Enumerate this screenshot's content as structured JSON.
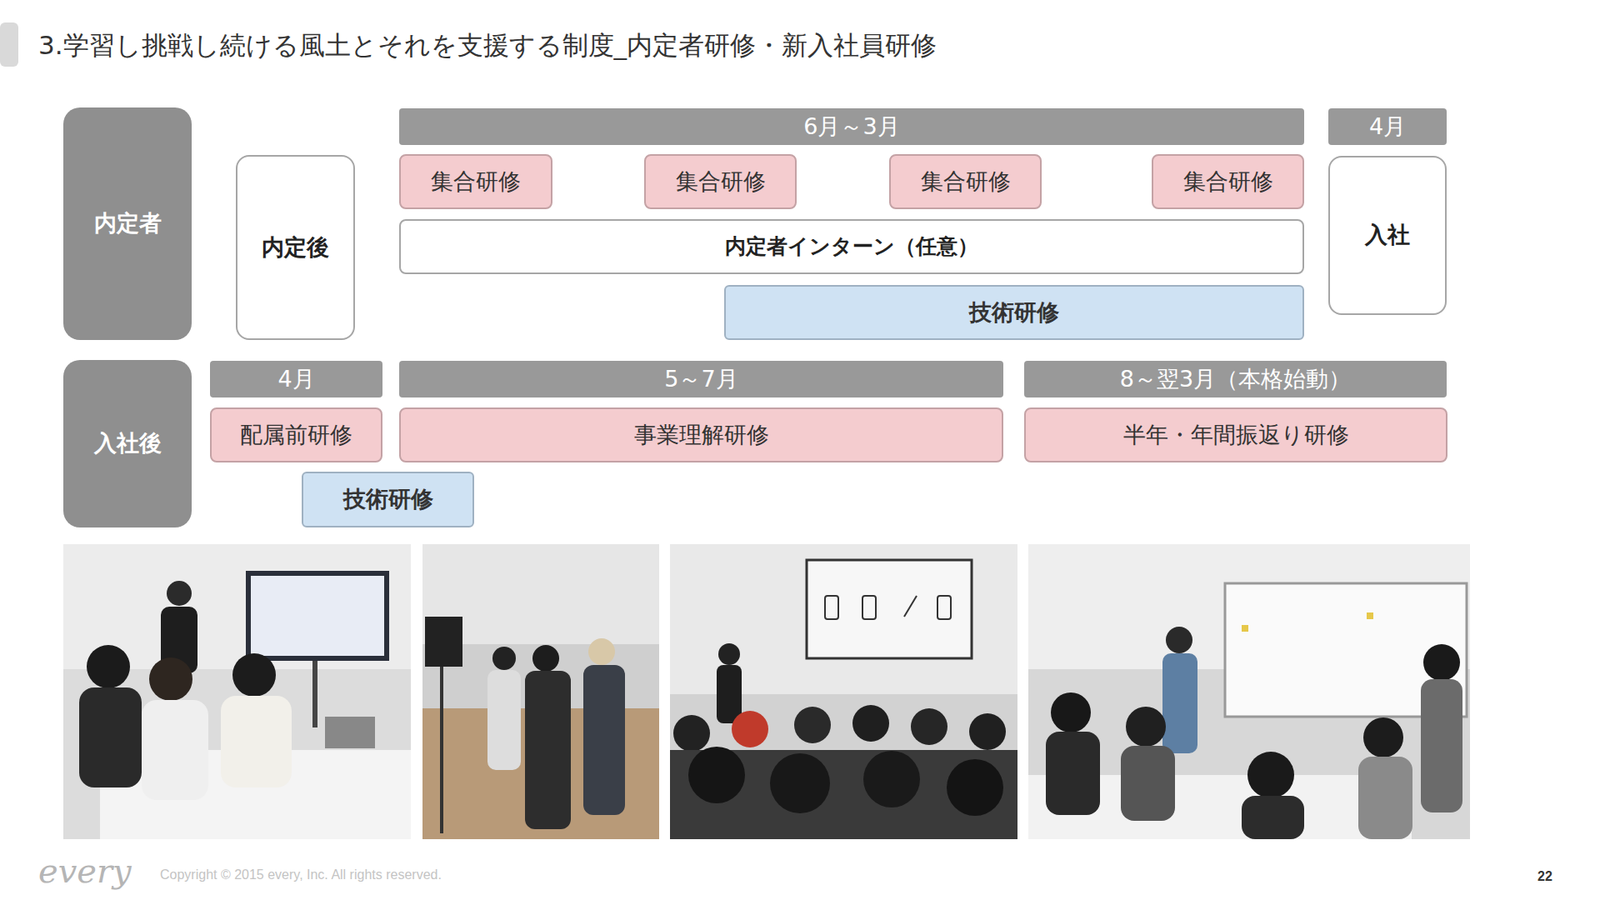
{
  "diagram": {
    "title": "3.学習し挑戦し続ける風土とそれを支援する制度_内定者研修・新入社員研修",
    "nodes": [
      {
        "text": [
          "内定者"
        ]
      },
      {
        "text": [
          "内定後"
        ]
      },
      {
        "text": [
          "6月～3月"
        ]
      },
      {
        "text": [
          "集合研修"
        ]
      },
      {
        "text": [
          "集合研修"
        ]
      },
      {
        "text": [
          "集合研修"
        ]
      },
      {
        "text": [
          "集合研修"
        ]
      },
      {
        "text": [
          "内定者インターン（任意）"
        ]
      },
      {
        "text": [
          "技術研修"
        ]
      },
      {
        "text": [
          "4月"
        ]
      },
      {
        "text": [
          "入社"
        ]
      },
      {
        "text": [
          "入社後"
        ]
      },
      {
        "text": [
          "4月"
        ]
      },
      {
        "text": [
          "5～7月"
        ]
      },
      {
        "text": [
          "8～翌3月（本格始動）"
        ]
      },
      {
        "text": [
          "配属前研修"
        ]
      },
      {
        "text": [
          "事業理解研修"
        ]
      },
      {
        "text": [
          "半年・年間振返り研修"
        ]
      },
      {
        "text": [
          "技術研修"
        ]
      }
    ],
    "edges": [],
    "labels": [
      "every",
      "Copyright © 2015 every, Inc. All rights reserved.",
      "22"
    ]
  }
}
